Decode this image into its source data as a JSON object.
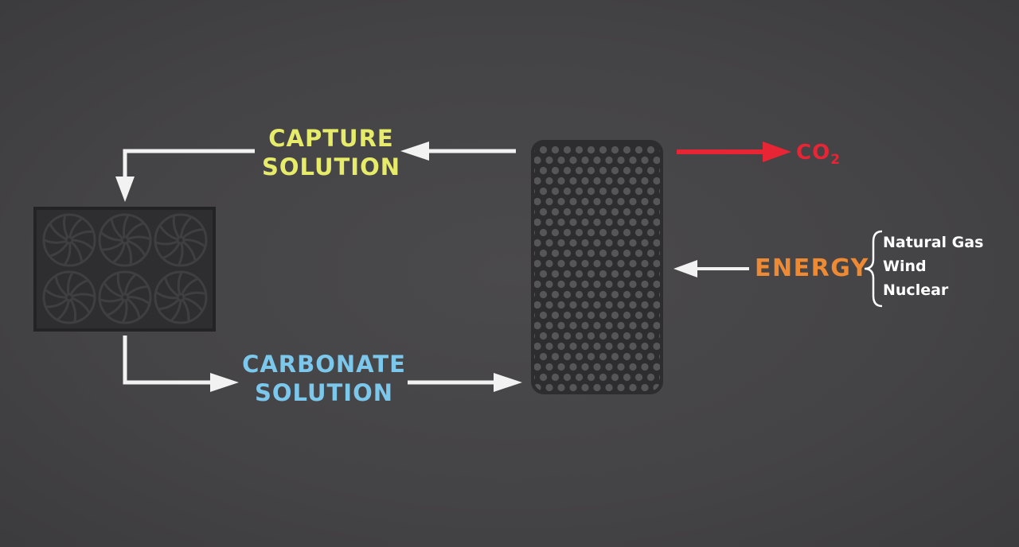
{
  "colors": {
    "background": "#464547",
    "arrow": "#f2f2f2",
    "co2": "#e82535",
    "capture": "#e6ec6a",
    "carbonate": "#7cc7ec",
    "energy": "#ee8a33",
    "unit": "#2e2d2f"
  },
  "labels": {
    "capture_line1": "CAPTURE",
    "capture_line2": "SOLUTION",
    "carbonate_line1": "CARBONATE",
    "carbonate_line2": "SOLUTION",
    "energy": "ENERGY",
    "co2_main": "CO",
    "co2_sub": "2"
  },
  "energy_sources": [
    "Natural Gas",
    "Wind",
    "Nuclear"
  ],
  "icons": {
    "contactor": "fan-grid-icon",
    "reactor": "pellet-reactor-icon"
  }
}
